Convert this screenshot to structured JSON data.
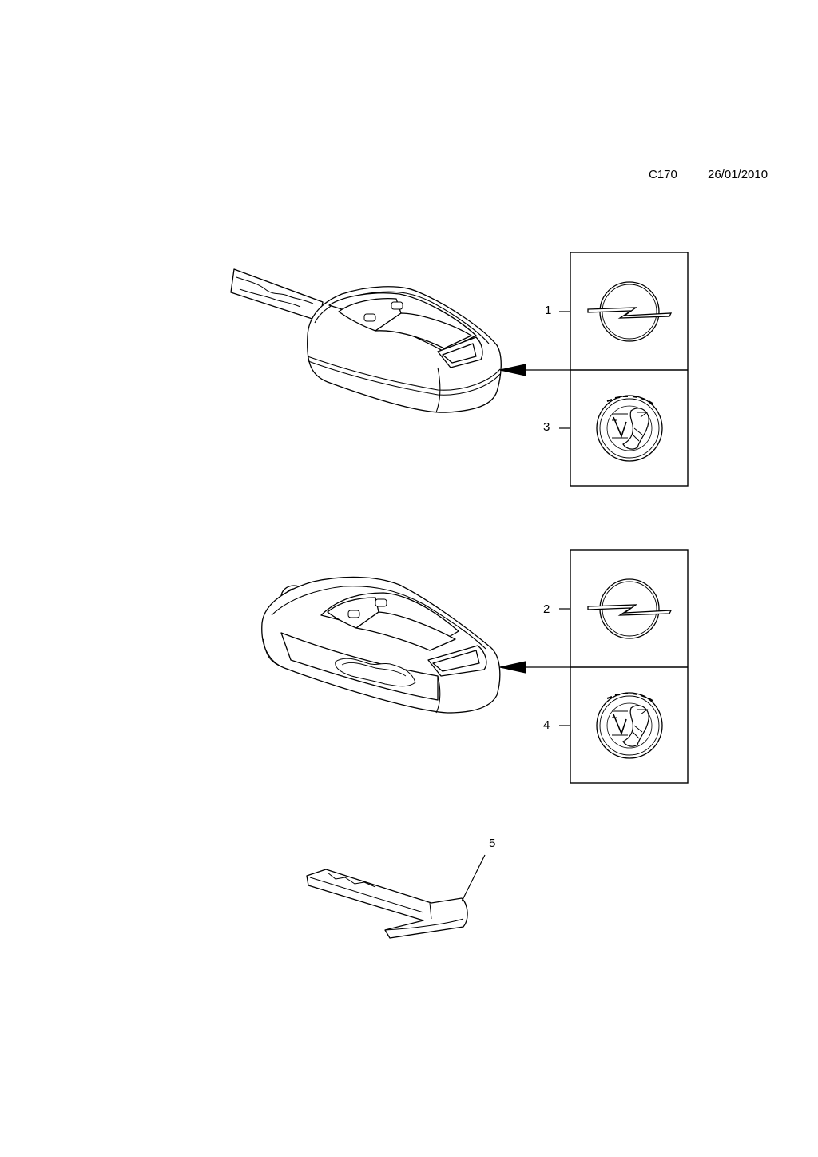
{
  "header": {
    "code": "C170",
    "date": "26/01/2010"
  },
  "callouts": [
    "1",
    "2",
    "3",
    "4",
    "5"
  ],
  "icons": {
    "opel": "opel-logo-icon",
    "vauxhall": "vauxhall-griffin-icon"
  }
}
